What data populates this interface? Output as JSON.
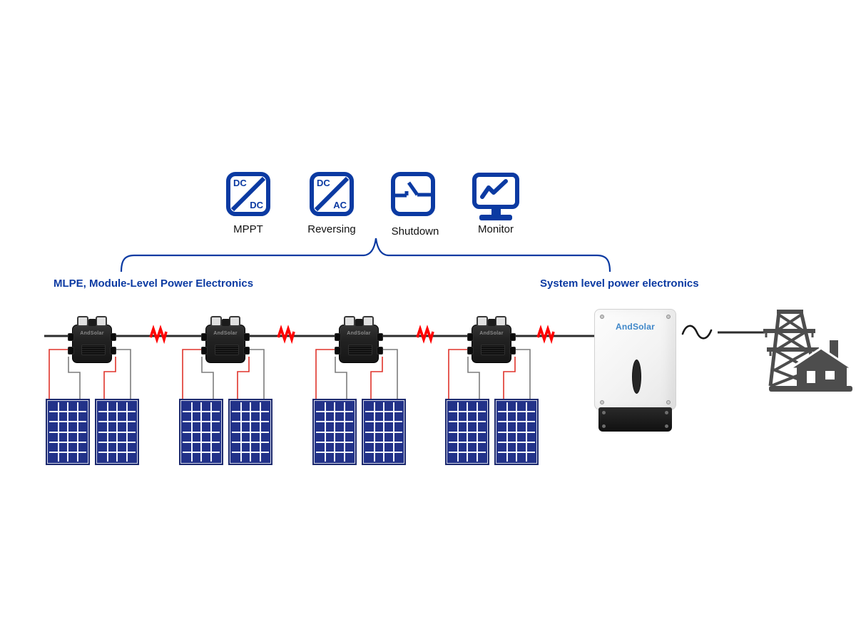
{
  "group_labels": {
    "left": "MLPE, Module-Level Power Electronics",
    "right": "System level power electronics"
  },
  "features": [
    {
      "label": "MPPT",
      "box_top": "DC",
      "box_bottom": "DC"
    },
    {
      "label": "Reversing",
      "box_top": "DC",
      "box_bottom": "AC"
    },
    {
      "label": "Shutdown"
    },
    {
      "label": "Monitor"
    }
  ],
  "brands": {
    "microinverter": "AndSolar",
    "inverter": "AndSolar"
  },
  "system": {
    "microinverter_count": 4,
    "panels_per_microinverter": 2,
    "panel_cell_columns": 4,
    "panel_cell_rows": 6
  },
  "icons": {
    "mppt": "dc-dc-converter-icon",
    "reversing": "dc-ac-converter-icon",
    "shutdown": "disconnect-switch-icon",
    "monitor": "monitoring-display-icon",
    "ac_output": "sine-wave-icon",
    "grid": "transmission-tower-and-house-icon",
    "wire_joint": "red-squiggle-connector"
  },
  "colors": {
    "accent_blue": "#0b3aa2",
    "squiggle_red": "#ff0000",
    "wire_red": "#e0342b",
    "wire_gray": "#7d7d7d",
    "panel_navy": "#223289",
    "bus_line": "#2d2d2d",
    "device_black": "#1e1e1e",
    "grid_icon_gray": "#4d4d4d",
    "inverter_brand_blue": "#3f87c9"
  }
}
